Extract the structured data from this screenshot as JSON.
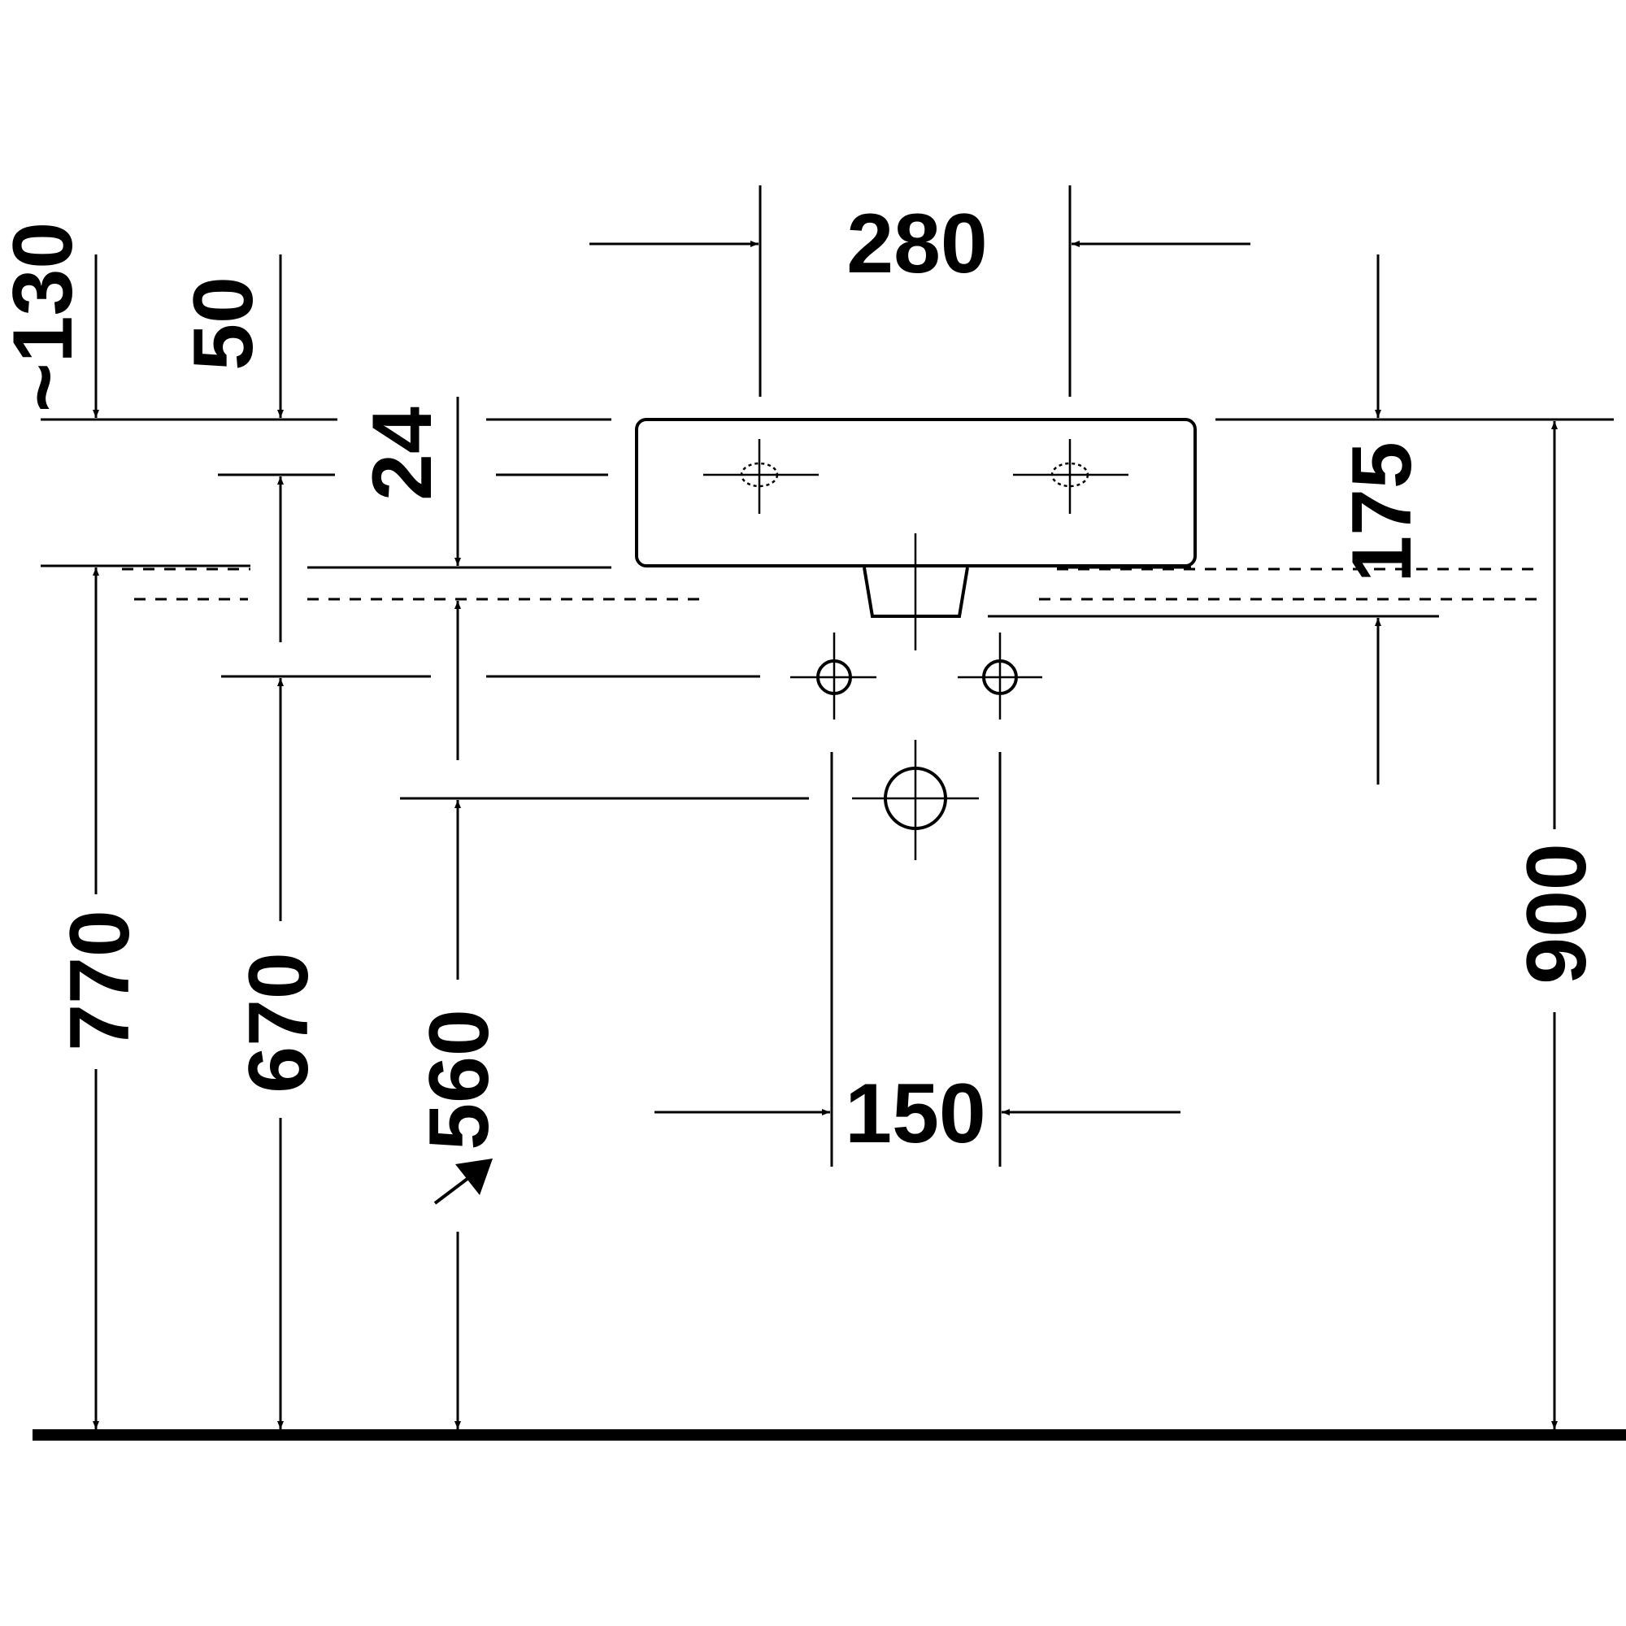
{
  "drawing": {
    "dimensions": {
      "basin_width": "280",
      "tap_spacing": "150",
      "approx_projection": "~130",
      "top_offset": "50",
      "overflow_depth": "24",
      "basin_height": "175",
      "rim_height": "770",
      "supply_height": "670",
      "drain_height": "560",
      "total_height": "900"
    }
  }
}
